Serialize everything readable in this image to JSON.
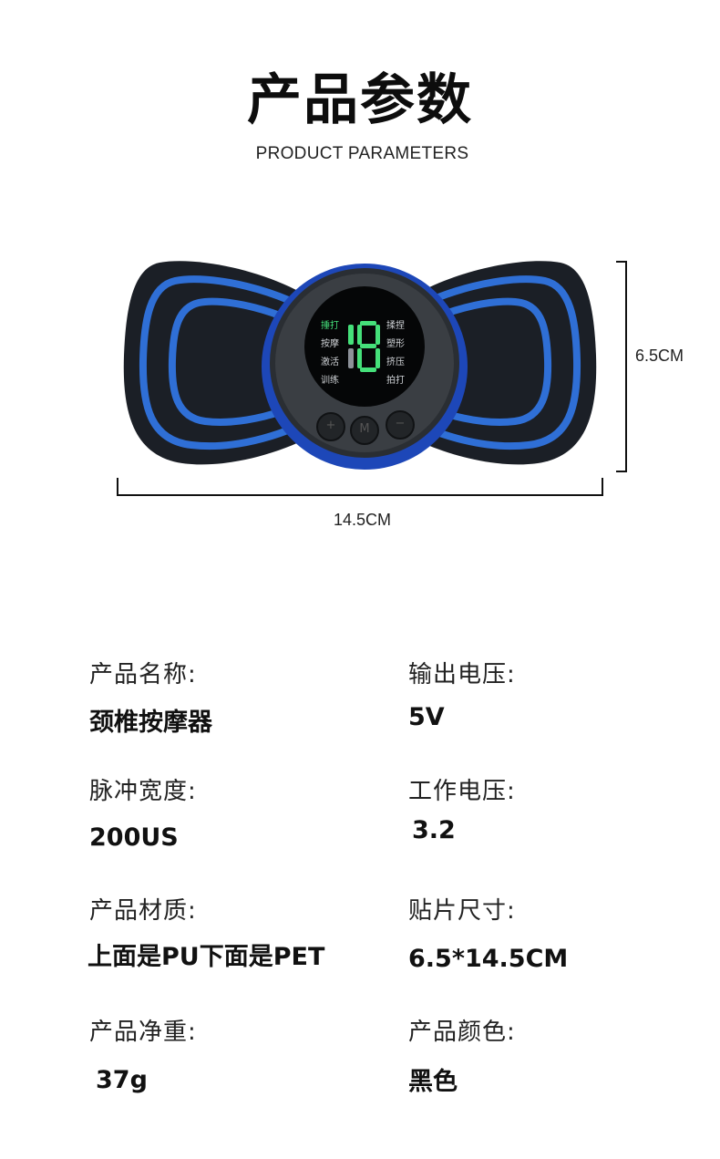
{
  "header": {
    "title": "产品参数",
    "subtitle": "PRODUCT PARAMETERS"
  },
  "product_image": {
    "description": "Butterfly-shaped neck massager pad with central round controller",
    "colors": {
      "pad": "#1b1f26",
      "stripe": "#2f6fd6",
      "ring": "#1d47b8",
      "display_green": "#45e07a"
    },
    "display": {
      "digit": "18",
      "modes_left": [
        "捶打",
        "按摩",
        "激活",
        "训练"
      ],
      "modes_right": [
        "揉捏",
        "塑形",
        "挤压",
        "拍打"
      ],
      "active_mode": "捶打"
    },
    "buttons": [
      "+",
      "M",
      "−"
    ]
  },
  "dimensions": {
    "height": "6.5CM",
    "width": "14.5CM"
  },
  "specs": [
    {
      "label": "产品名称:",
      "value": "颈椎按摩器"
    },
    {
      "label": "输出电压:",
      "value": "5V"
    },
    {
      "label": "脉冲宽度:",
      "value": "200US"
    },
    {
      "label": "工作电压:",
      "value": "3.2"
    },
    {
      "label": "产品材质:",
      "value": "上面是PU下面是PET"
    },
    {
      "label": "贴片尺寸:",
      "value": "6.5*14.5CM"
    },
    {
      "label": "产品净重:",
      "value": "37g"
    },
    {
      "label": "产品颜色:",
      "value": "黑色"
    }
  ]
}
